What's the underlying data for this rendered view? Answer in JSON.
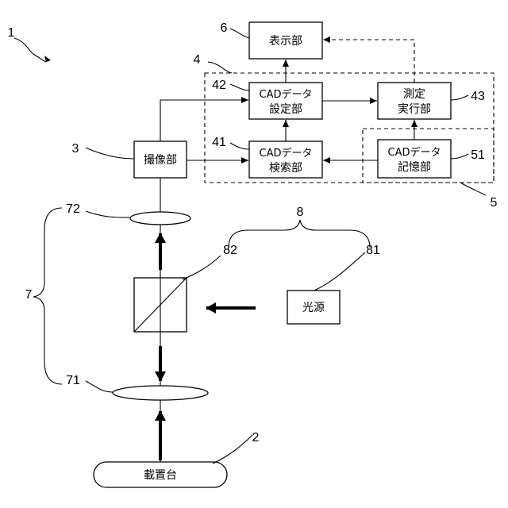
{
  "labels": {
    "display": "表示部",
    "cad_setting_l1": "CADデータ",
    "cad_setting_l2": "設定部",
    "measure_l1": "測定",
    "measure_l2": "実行部",
    "imaging": "撮像部",
    "cad_search_l1": "CADデータ",
    "cad_search_l2": "検索部",
    "cad_storage_l1": "CADデータ",
    "cad_storage_l2": "記憶部",
    "light_source": "光源",
    "stage": "載置台"
  },
  "refs": {
    "r1": "1",
    "r2": "2",
    "r3": "3",
    "r4": "4",
    "r5": "5",
    "r6": "6",
    "r7": "7",
    "r8": "8",
    "r41": "41",
    "r42": "42",
    "r43": "43",
    "r51": "51",
    "r71": "71",
    "r72": "72",
    "r81": "81",
    "r82": "82"
  }
}
